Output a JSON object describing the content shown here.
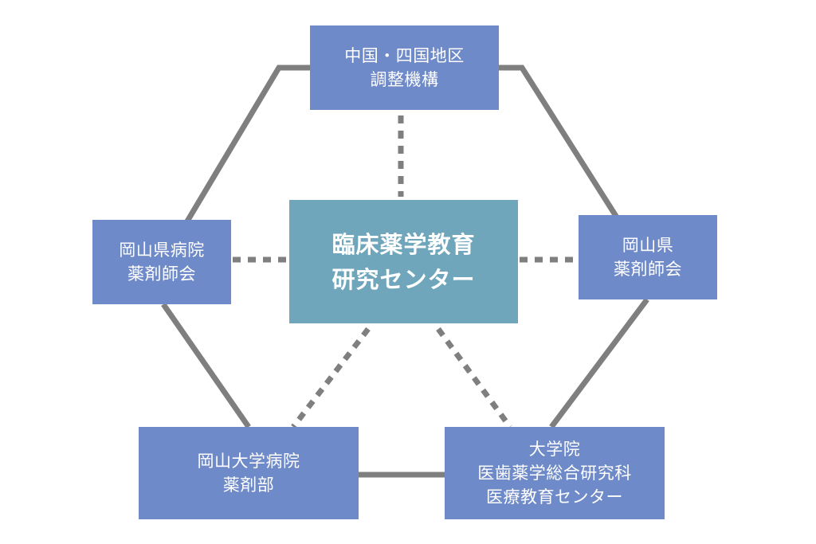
{
  "diagram": {
    "colors": {
      "node_fill": "#6f8ac8",
      "center_fill": "#6fa6bb",
      "text": "#ffffff",
      "connector": "#7f7f7f"
    },
    "center": {
      "lines": [
        "臨床薬学教育",
        "研究センター"
      ]
    },
    "nodes": {
      "top": {
        "lines": [
          "中国・四国地区",
          "調整機構"
        ]
      },
      "left": {
        "lines": [
          "岡山県病院",
          "薬剤師会"
        ]
      },
      "right": {
        "lines": [
          "岡山県",
          "薬剤師会"
        ]
      },
      "bottom_left": {
        "lines": [
          "岡山大学病院",
          "薬剤部"
        ]
      },
      "bottom_right": {
        "lines": [
          "大学院",
          "医歯薬学総合研究科",
          "医療教育センター"
        ]
      }
    }
  }
}
